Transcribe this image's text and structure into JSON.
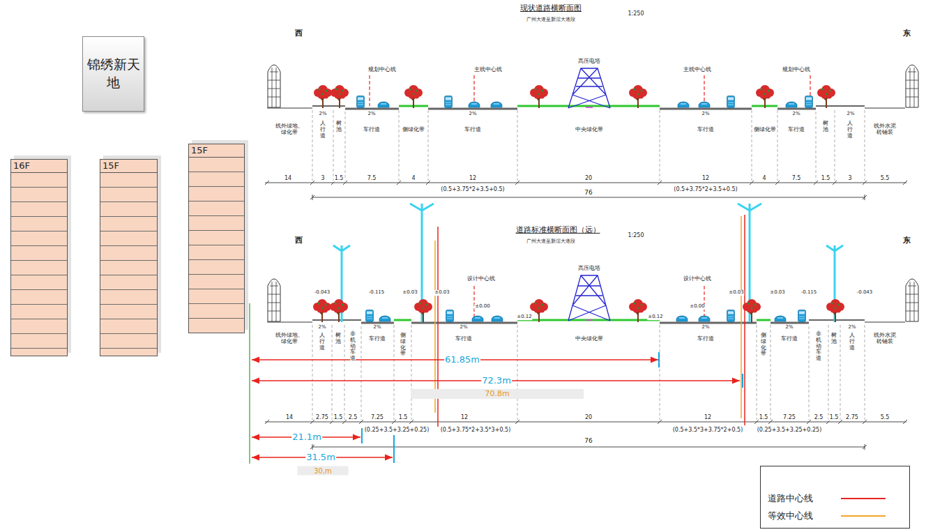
{
  "diagram": {
    "nodes": [
      {
        "text": [
          "锦绣新天地"
        ]
      },
      {
        "text": [
          "16F"
        ]
      },
      {
        "text": [
          "15F"
        ]
      },
      {
        "text": [
          "15F"
        ]
      }
    ],
    "labels": [
      "现状道路横断面图",
      "1:250",
      "广州大道至新滘大道段",
      "西",
      "东",
      "规划中心线",
      "主线中心线",
      "高压电塔",
      "主线中心线",
      "规划中心线",
      "2%",
      "2%",
      "2%",
      "2%",
      "2%",
      "2%",
      "线外绿地、绿化带",
      "人行道",
      "树池",
      "车行道",
      "侧绿化带",
      "车行道",
      "中央绿化带",
      "车行道",
      "侧绿化带",
      "车行道",
      "树池",
      "人行道",
      "线外水泥砖铺装",
      "14",
      "3",
      "1.5",
      "7.5",
      "4",
      "12",
      "20",
      "12",
      "4",
      "7.5",
      "1.5",
      "3",
      "5.5",
      "(0.5+3.75*2+3.5+0.5)",
      "(0.5+3.75*2+3.5+0.5)",
      "76",
      "道路标准横断面图（远）",
      "1:250",
      "广州大道至新滘大道段",
      "西",
      "东",
      "设计中心线",
      "高压电塔",
      "设计中心线",
      "-0.043",
      "-0.115",
      "±0.03",
      "±0.03",
      "±0.00",
      "±0.12",
      "±0.12",
      "±0.00",
      "±0.03",
      "±0.03",
      "-0.115",
      "-0.043",
      "2%",
      "2%",
      "2%",
      "2%",
      "2%",
      "2%",
      "线外绿地、绿化带",
      "人行道",
      "树池",
      "非机动车道",
      "车行道",
      "侧绿化带",
      "车行道",
      "中央绿化带",
      "车行道",
      "侧绿化带",
      "车行道",
      "非机动车道",
      "树池",
      "人行道",
      "线外水泥砖铺装",
      "14",
      "2.75",
      "1.5",
      "2.5",
      "7.25",
      "1.5",
      "12",
      "20",
      "12",
      "1.5",
      "7.25",
      "2.5",
      "1.5",
      "2.75",
      "5.5",
      "(0.25+3.5+3.25+0.25)",
      "(0.5+3.75*2+3.5*3+0.5)",
      "(0.5+3.5*3+3.75*2+0.5)",
      "(0.25+3.5+3.25+0.25)",
      "76",
      "61.85m",
      "72.3m",
      "70.8m",
      "21.1m",
      "31.5m",
      "30,m"
    ],
    "legend": [
      {
        "text": "道路中心线"
      },
      {
        "text": "等效中心线"
      }
    ]
  }
}
